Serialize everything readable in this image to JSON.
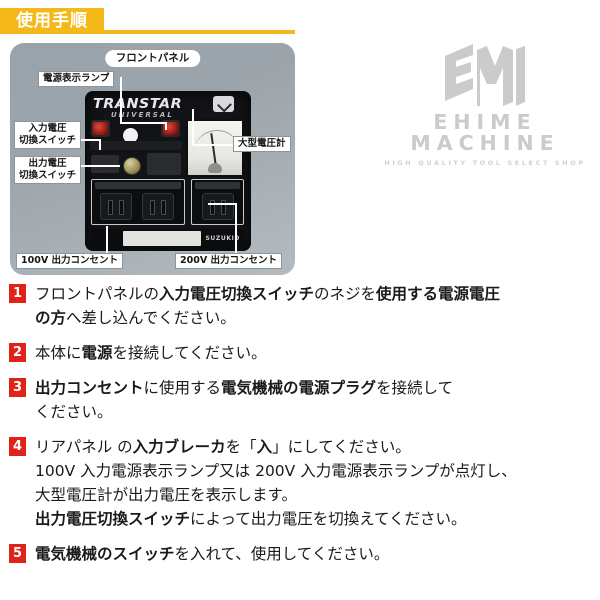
{
  "header": {
    "title": "使用手順",
    "accent_color": "#F5B819"
  },
  "watermark": {
    "mark": "EM",
    "name": "EHIME MACHINE",
    "tagline": "HIGH QUALITY TOOL SELECT SHOP",
    "color": "#c9cbcd"
  },
  "figure": {
    "title": "フロントパネル",
    "device": {
      "brand_main": "TRANSTAR",
      "brand_sub": "UNIVERSAL",
      "maker": "SUZUKID"
    },
    "callouts": {
      "power_lamp": "電源表示ランプ",
      "input_switch_line1": "入力電圧",
      "input_switch_line2": "切換スイッチ",
      "output_switch_line1": "出力電圧",
      "output_switch_line2": "切換スイッチ",
      "voltmeter": "大型電圧計",
      "outlet_100v": "100V 出力コンセント",
      "outlet_200v": "200V 出力コンセント"
    }
  },
  "steps": [
    {
      "number": "1",
      "lines": [
        [
          {
            "t": "フロントパネルの",
            "b": false
          },
          {
            "t": "入力電圧切換スイッチ",
            "b": true
          },
          {
            "t": "のネジを",
            "b": false
          },
          {
            "t": "使用する電源電圧",
            "b": true
          }
        ],
        [
          {
            "t": "の方",
            "b": true
          },
          {
            "t": "へ差し込んでください。",
            "b": false
          }
        ]
      ]
    },
    {
      "number": "2",
      "lines": [
        [
          {
            "t": "本体に",
            "b": false
          },
          {
            "t": "電源",
            "b": true
          },
          {
            "t": "を接続してください。",
            "b": false
          }
        ]
      ]
    },
    {
      "number": "3",
      "lines": [
        [
          {
            "t": "出力コンセント",
            "b": true
          },
          {
            "t": "に使用する",
            "b": false
          },
          {
            "t": "電気機械の電源プラグ",
            "b": true
          },
          {
            "t": "を接続して",
            "b": false
          }
        ],
        [
          {
            "t": "ください。",
            "b": false
          }
        ]
      ]
    },
    {
      "number": "4",
      "lines": [
        [
          {
            "t": "リアパネル の",
            "b": false
          },
          {
            "t": "入力ブレーカ",
            "b": true
          },
          {
            "t": "を「",
            "b": false
          },
          {
            "t": "入",
            "b": true
          },
          {
            "t": "」にしてください。",
            "b": false
          }
        ],
        [
          {
            "t": "100V 入力電源表示ランプ又は 200V 入力電源表示ランプが点灯し、",
            "b": false
          }
        ],
        [
          {
            "t": "大型電圧計が出力電圧を表示します。",
            "b": false
          }
        ],
        [
          {
            "t": "出力電圧切換スイッチ",
            "b": true
          },
          {
            "t": "によって出力電圧を切換えてください。",
            "b": false
          }
        ]
      ]
    },
    {
      "number": "5",
      "lines": [
        [
          {
            "t": "電気機械のスイッチ",
            "b": true
          },
          {
            "t": "を入れて、使用してください。",
            "b": false
          }
        ]
      ]
    }
  ]
}
